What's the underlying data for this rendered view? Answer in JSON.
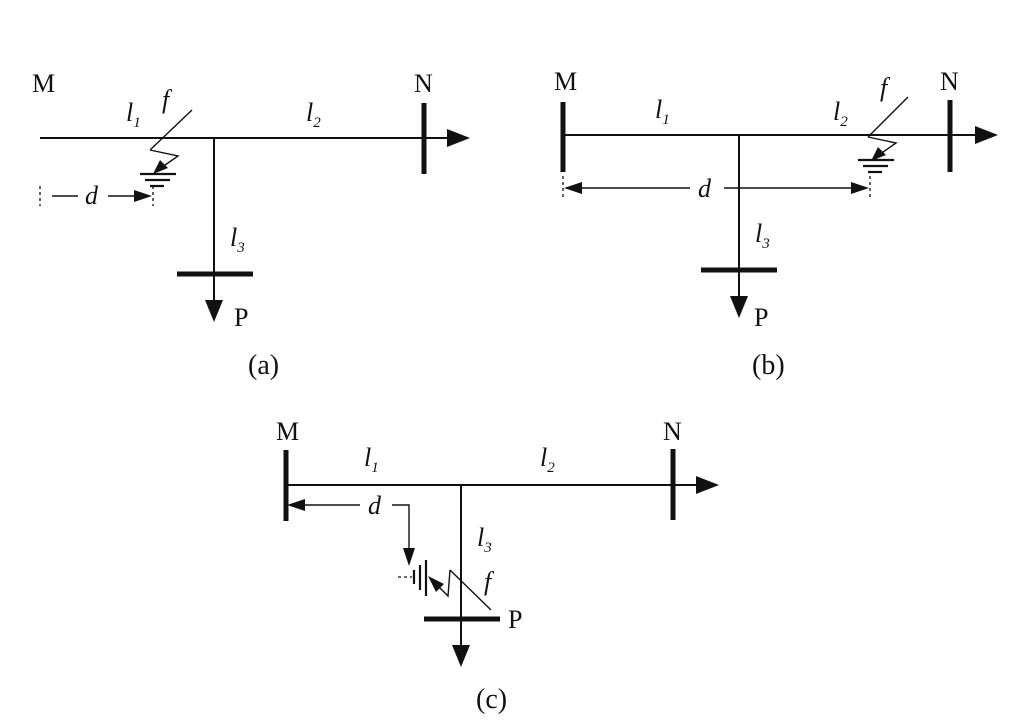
{
  "panels": [
    {
      "caption": "(a)",
      "buses": {
        "m": "M",
        "n": "N",
        "p": "P"
      },
      "lines": {
        "l1": "l",
        "l1_sub": "1",
        "l2": "l",
        "l2_sub": "2",
        "l3": "l",
        "l3_sub": "3"
      },
      "fault": "f",
      "distance": "d"
    },
    {
      "caption": "(b)",
      "buses": {
        "m": "M",
        "n": "N",
        "p": "P"
      },
      "lines": {
        "l1": "l",
        "l1_sub": "1",
        "l2": "l",
        "l2_sub": "2",
        "l3": "l",
        "l3_sub": "3"
      },
      "fault": "f",
      "distance": "d"
    },
    {
      "caption": "(c)",
      "buses": {
        "m": "M",
        "n": "N",
        "p": "P"
      },
      "lines": {
        "l1": "l",
        "l1_sub": "1",
        "l2": "l",
        "l2_sub": "2",
        "l3": "l",
        "l3_sub": "3"
      },
      "fault": "f",
      "distance": "d"
    }
  ]
}
